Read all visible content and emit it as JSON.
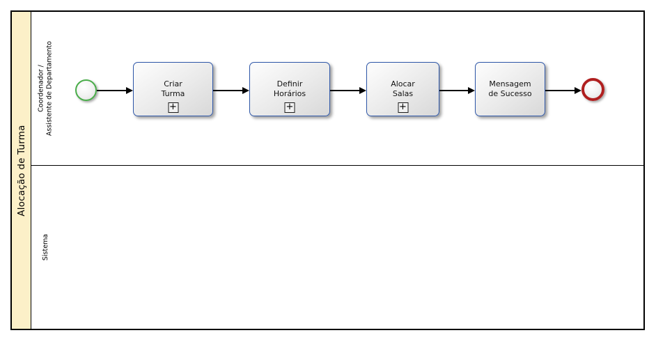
{
  "diagram": {
    "type": "bpmn-process",
    "pool": {
      "title": "Alocação de Turma",
      "header_color": "#FCF0C8",
      "lanes": [
        {
          "label": "Coordenador /\nAssistente de Departamento"
        },
        {
          "label": "Sistema"
        }
      ]
    },
    "events": {
      "start": {
        "kind": "start-event",
        "border_color": "#4AAD4A"
      },
      "end": {
        "kind": "end-event",
        "border_color": "#B01F1F"
      }
    },
    "tasks": [
      {
        "label": "Criar\nTurma",
        "subprocess": true
      },
      {
        "label": "Definir\nHorários",
        "subprocess": true
      },
      {
        "label": "Alocar\nSalas",
        "subprocess": true
      },
      {
        "label": "Mensagem\nde Sucesso",
        "subprocess": false
      }
    ],
    "markers": {
      "subprocess_plus": "+"
    },
    "colors": {
      "task_border": "#2D56A8",
      "flow_line": "#000000",
      "pool_border": "#000000"
    }
  }
}
